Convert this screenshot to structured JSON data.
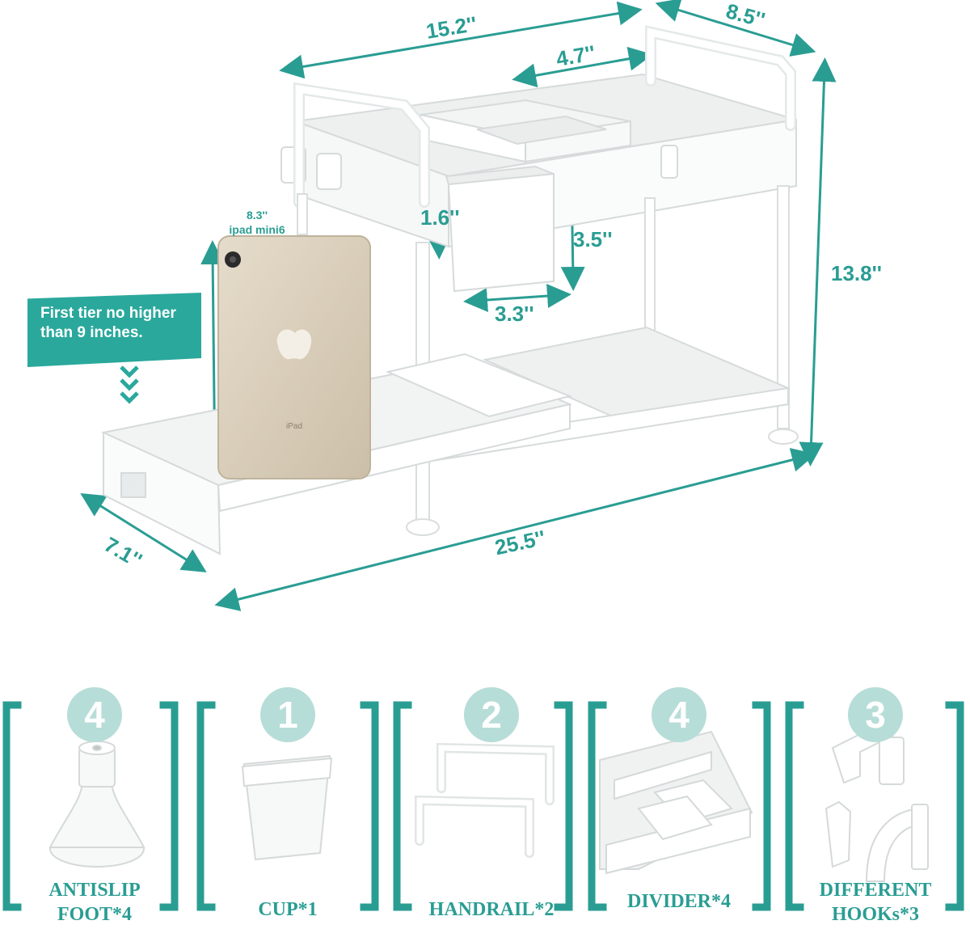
{
  "dimensions": {
    "width_top": "15.2''",
    "depth_top": "8.5''",
    "divider_width": "4.7''",
    "height_total": "13.8''",
    "cup_top": "1.6''",
    "cup_height": "3.5''",
    "cup_width": "3.3''",
    "depth_bottom": "7.1''",
    "length_bottom": "25.5''"
  },
  "ipad": {
    "size": "8.3''",
    "model": "ipad mini6",
    "screen_text": "iPad"
  },
  "callout": {
    "line1": "First tier no higher",
    "line2": "than 9 inches."
  },
  "accessories": [
    {
      "count": "4",
      "label_line1": "ANTISLIP",
      "label_line2": "FOOT*4"
    },
    {
      "count": "1",
      "label_line1": "CUP*1",
      "label_line2": ""
    },
    {
      "count": "2",
      "label_line1": "HANDRAIL*2",
      "label_line2": ""
    },
    {
      "count": "4",
      "label_line1": "DIVIDER*4",
      "label_line2": ""
    },
    {
      "count": "3",
      "label_line1": "DIFFERENT",
      "label_line2": "HOOKs*3"
    }
  ],
  "colors": {
    "accent": "#2a9d93",
    "badge": "#b7ddd8",
    "callout_bg": "#2aa89c",
    "product": "#f4f5f5",
    "product_edge": "#d6dadb",
    "ipad": "#d9cdb8"
  }
}
